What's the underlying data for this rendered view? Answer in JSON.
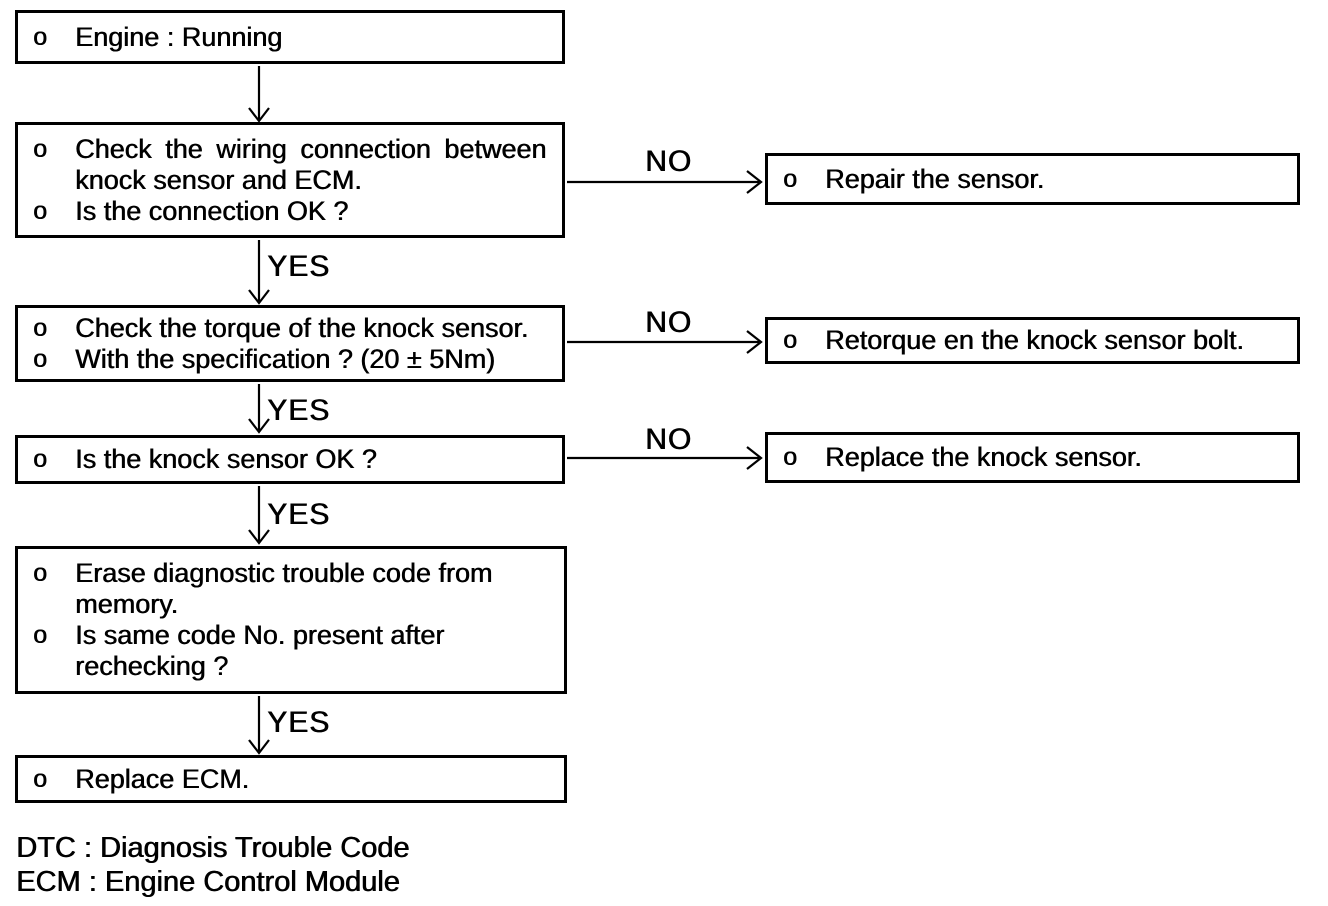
{
  "bullet_char": "o",
  "labels": {
    "yes": "YES",
    "no": "NO"
  },
  "flow": {
    "steps": [
      {
        "bullets": [
          {
            "lines": [
              "Engine : Running"
            ]
          }
        ]
      },
      {
        "bullets": [
          {
            "lines": [
              "Check the wiring connection between",
              "knock sensor and ECM."
            ]
          },
          {
            "lines": [
              "Is the connection OK ?"
            ]
          }
        ]
      },
      {
        "bullets": [
          {
            "lines": [
              "Check the torque of the knock sensor."
            ]
          },
          {
            "lines": [
              "With the specification ? (20 ± 5Nm)"
            ]
          }
        ]
      },
      {
        "bullets": [
          {
            "lines": [
              "Is the knock sensor OK ?"
            ]
          }
        ]
      },
      {
        "bullets": [
          {
            "lines": [
              "Erase diagnostic trouble code from",
              "memory."
            ]
          },
          {
            "lines": [
              "Is same code No. present after",
              "rechecking ?"
            ]
          }
        ]
      },
      {
        "bullets": [
          {
            "lines": [
              "Replace ECM."
            ]
          }
        ]
      }
    ],
    "results": [
      {
        "bullets": [
          {
            "lines": [
              "Repair the sensor."
            ]
          }
        ]
      },
      {
        "bullets": [
          {
            "lines": [
              "Retorque en the knock sensor bolt."
            ]
          }
        ]
      },
      {
        "bullets": [
          {
            "lines": [
              "Replace the knock sensor."
            ]
          }
        ]
      }
    ]
  },
  "legend": {
    "line1": "DTC : Diagnosis Trouble Code",
    "line2": "ECM : Engine Control Module"
  }
}
